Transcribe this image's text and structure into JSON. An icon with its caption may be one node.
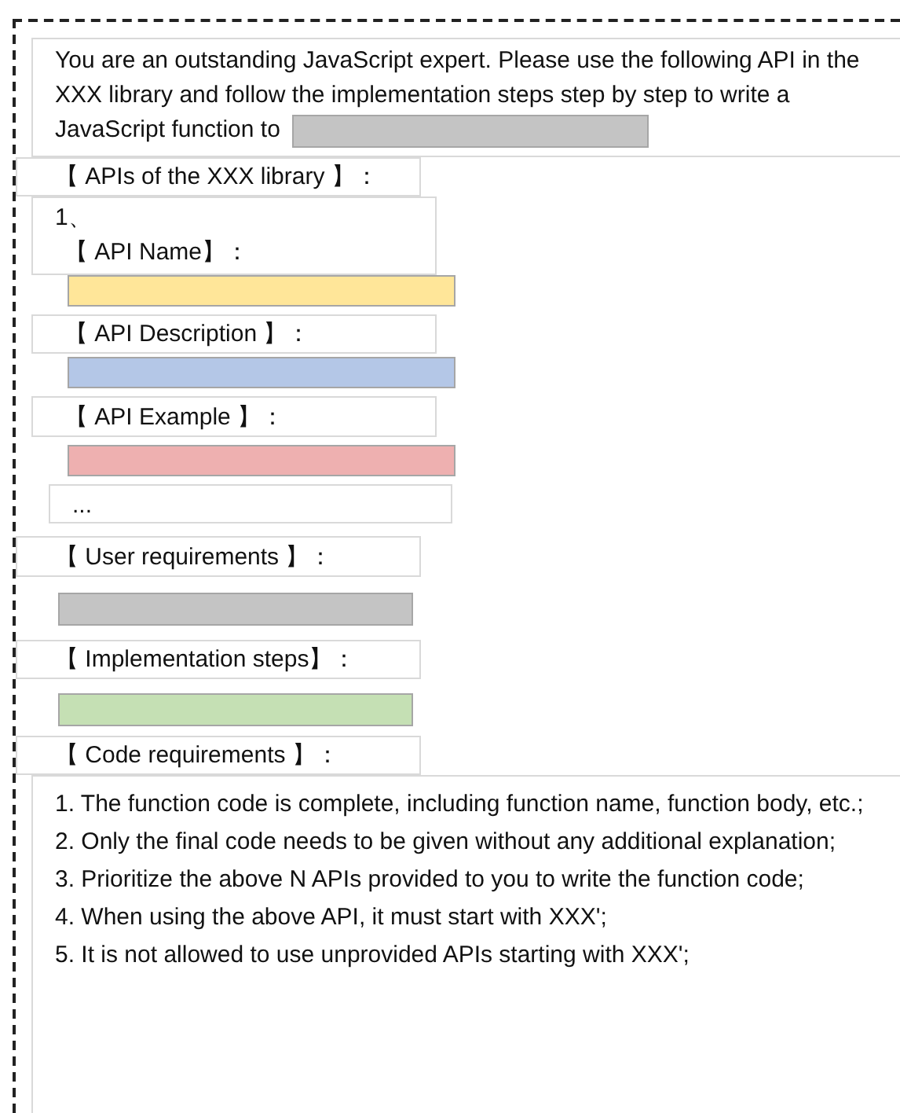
{
  "diagram": {
    "nodes": [
      {
        "text": [],
        "shape": "box"
      },
      {
        "text": [
          "You are an outstanding JavaScript expert. Please use the following API in the XXX library and follow the implementation steps step by step to write a JavaScript function to"
        ],
        "in": 0
      },
      {
        "text": [],
        "shape": "bar",
        "in": 1
      },
      {
        "text": [
          "【 APIs of the XXX library 】："
        ],
        "in": 0
      },
      {
        "text": [
          "1、",
          "【 API Name】："
        ],
        "in": 0
      },
      {
        "text": [],
        "shape": "bar",
        "in": 0
      },
      {
        "text": [
          "【 API Description 】："
        ],
        "in": 0
      },
      {
        "text": [],
        "shape": "bar",
        "in": 0
      },
      {
        "text": [
          "【 API Example 】："
        ],
        "in": 0
      },
      {
        "text": [],
        "shape": "bar",
        "in": 0
      },
      {
        "text": [
          "..."
        ],
        "in": 0
      },
      {
        "text": [
          "【 User requirements 】："
        ],
        "in": 0
      },
      {
        "text": [],
        "shape": "bar",
        "in": 0
      },
      {
        "text": [
          "【 Implementation steps】："
        ],
        "in": 0
      },
      {
        "text": [],
        "shape": "bar",
        "in": 0
      },
      {
        "text": [
          "【 Code requirements 】："
        ],
        "in": 0
      },
      {
        "text": [
          "1. The function code is complete, including function name, function body, etc.;",
          "2. Only the final code needs to be given without any additional explanation;",
          "3. Prioritize the above N APIs provided to you to write the function code;",
          "4. When using the above API, it must start with XXX';",
          "5. It is not allowed to use unprovided APIs starting with XXX';"
        ],
        "in": 0
      }
    ]
  }
}
